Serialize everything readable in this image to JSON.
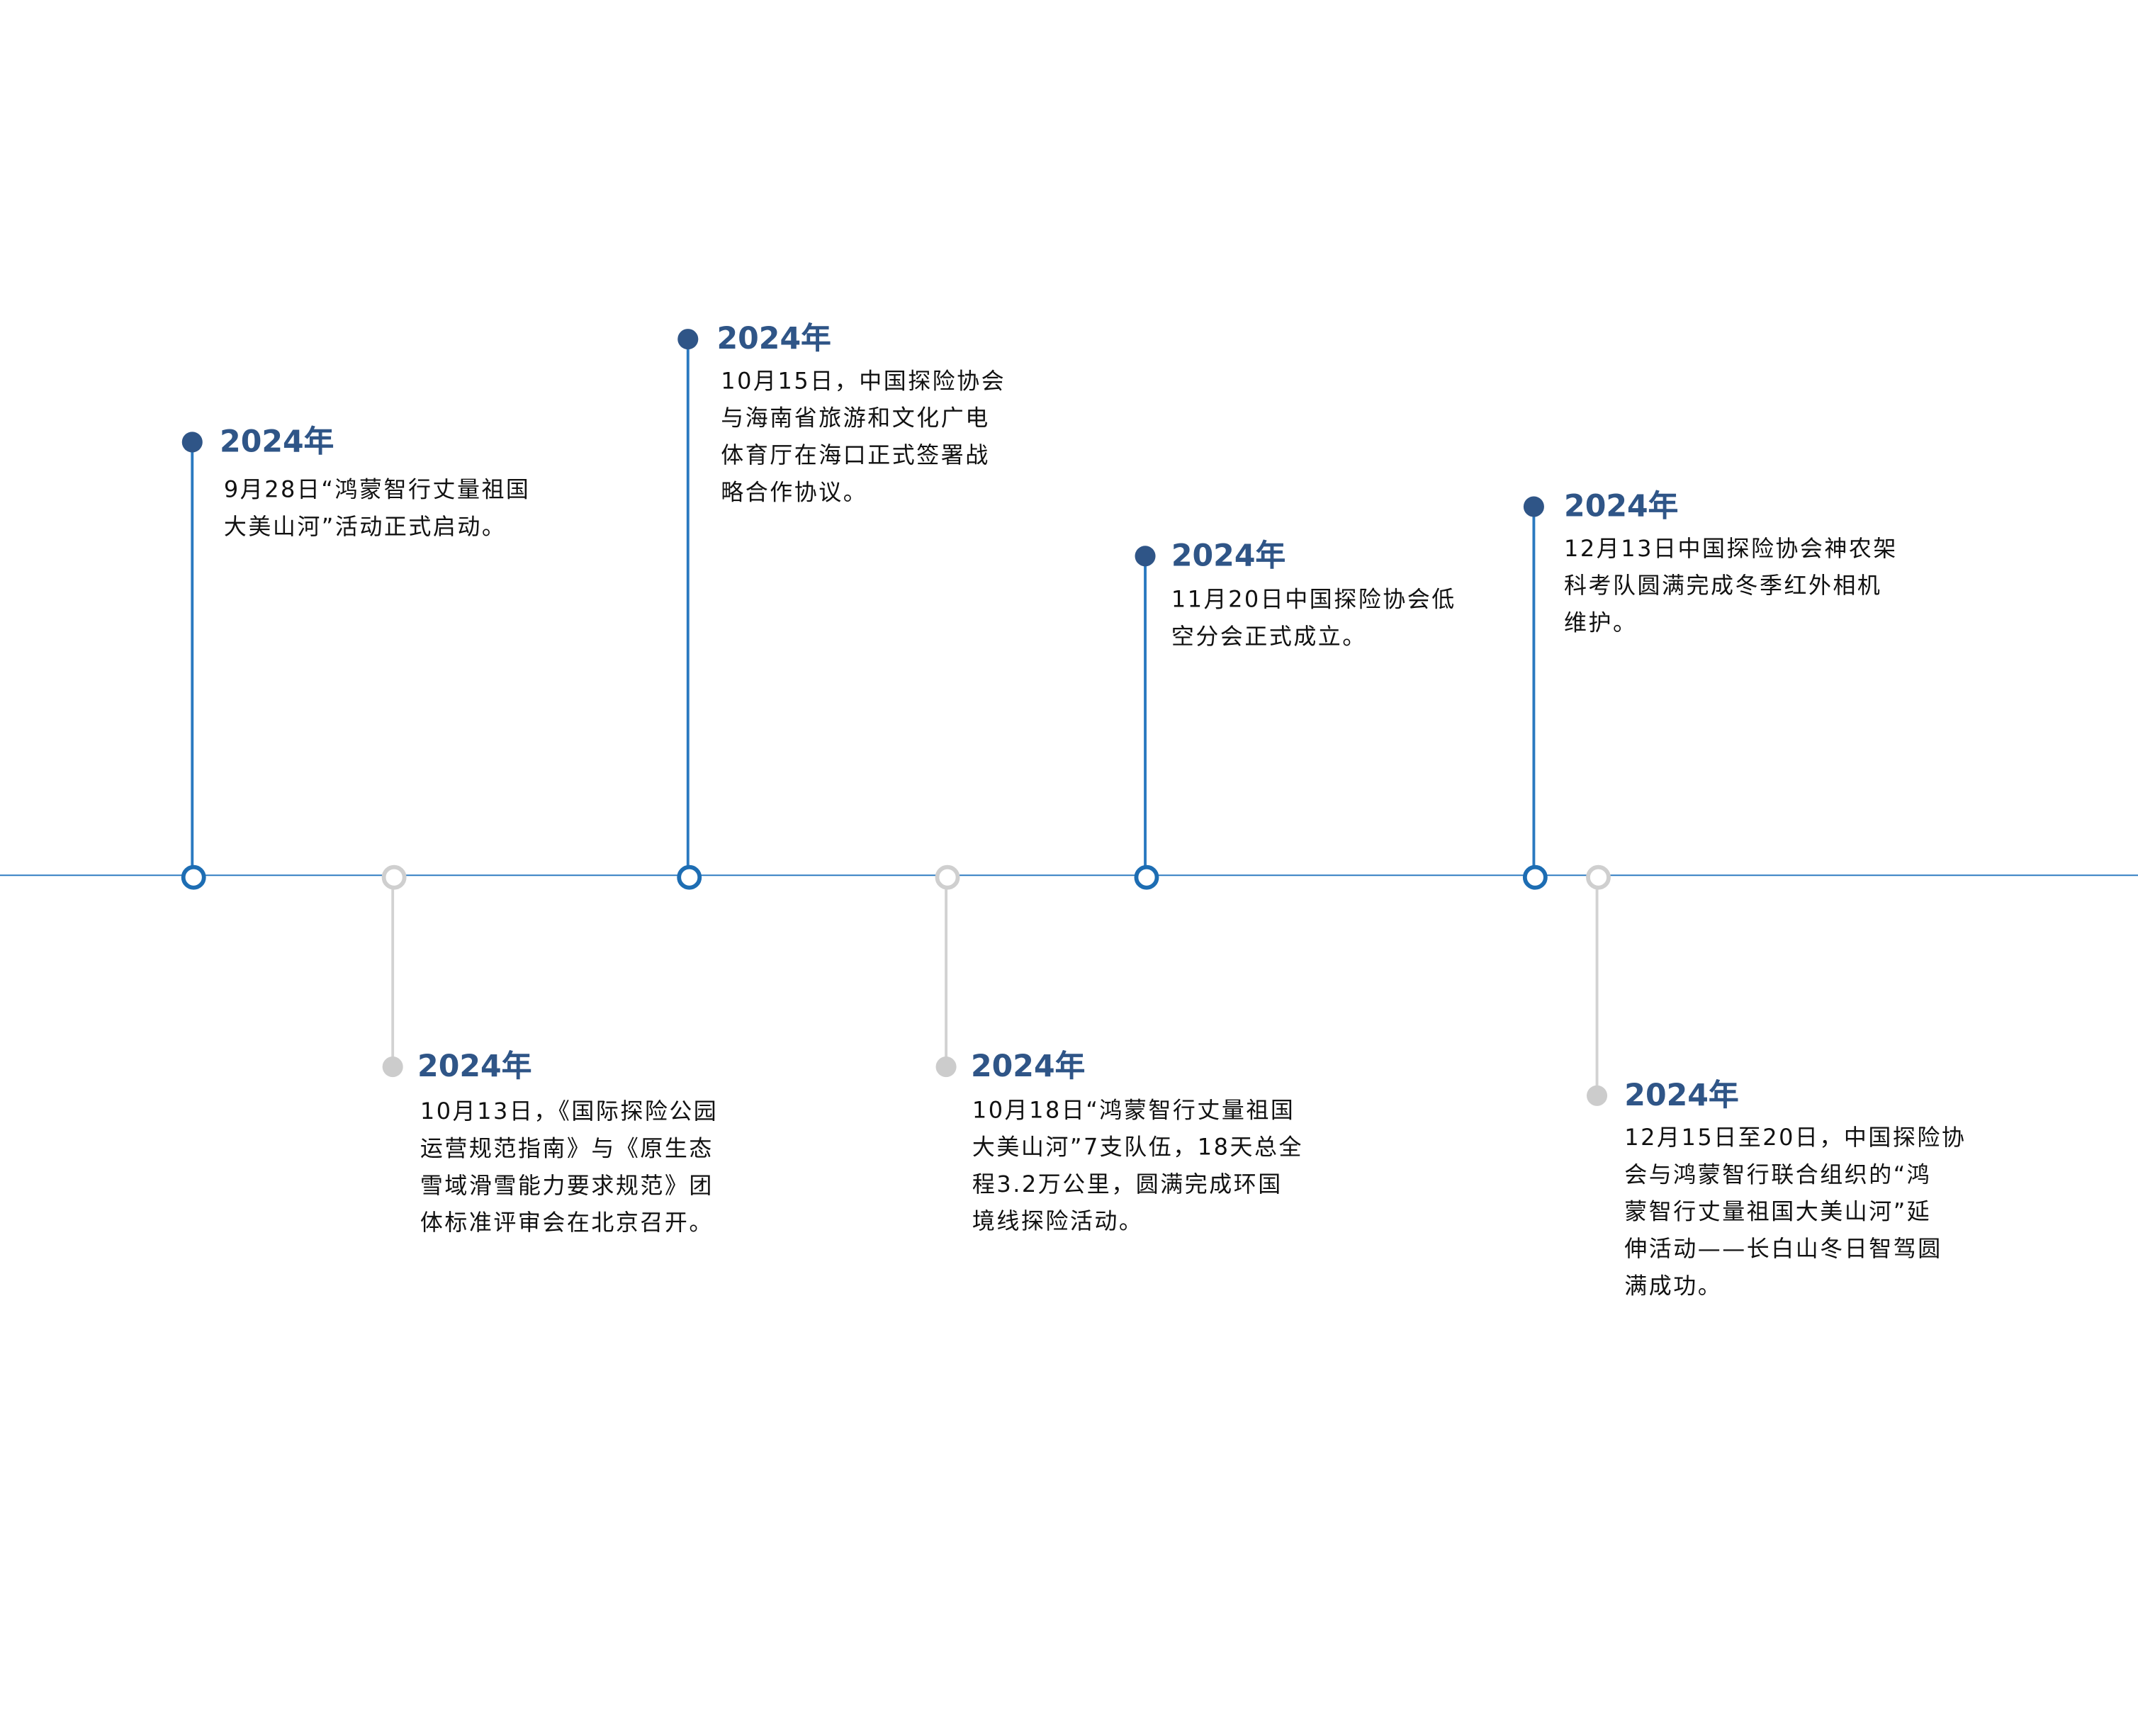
{
  "events": [
    {
      "year": "2024年",
      "side": "top",
      "color": "blue",
      "lines": [
        "9月28日“鸿蒙智行丈量祖国",
        "大美山河”活动正式启动。"
      ]
    },
    {
      "year": "2024年",
      "side": "bottom",
      "color": "gray",
      "lines": [
        "10月13日，《国际探险公园",
        "运营规范指南》与《原生态",
        "雪域滑雪能力要求规范》团",
        "体标准评审会在北京召开。"
      ]
    },
    {
      "year": "2024年",
      "side": "top",
      "color": "blue",
      "lines": [
        "10月15日，中国探险协会",
        "与海南省旅游和文化广电",
        "体育厅在海口正式签署战",
        "略合作协议。"
      ]
    },
    {
      "year": "2024年",
      "side": "bottom",
      "color": "gray",
      "lines": [
        "10月18日“鸿蒙智行丈量祖国",
        "大美山河”7支队伍，18天总全",
        "程3.2万公里，圆满完成环国",
        "境线探险活动。"
      ]
    },
    {
      "year": "2024年",
      "side": "top",
      "color": "blue",
      "lines": [
        "11月20日中国探险协会低",
        "空分会正式成立。"
      ]
    },
    {
      "year": "2024年",
      "side": "top",
      "color": "blue",
      "lines": [
        "12月13日中国探险协会神农架",
        "科考队圆满完成冬季红外相机",
        "维护。"
      ]
    },
    {
      "year": "2024年",
      "side": "bottom",
      "color": "gray",
      "lines": [
        "12月15日至20日，中国探险协",
        "会与鸿蒙智行联合组织的“鸿",
        "蒙智行丈量祖国大美山河”延",
        "伸活动——长白山冬日智驾圆",
        "满成功。"
      ]
    }
  ]
}
